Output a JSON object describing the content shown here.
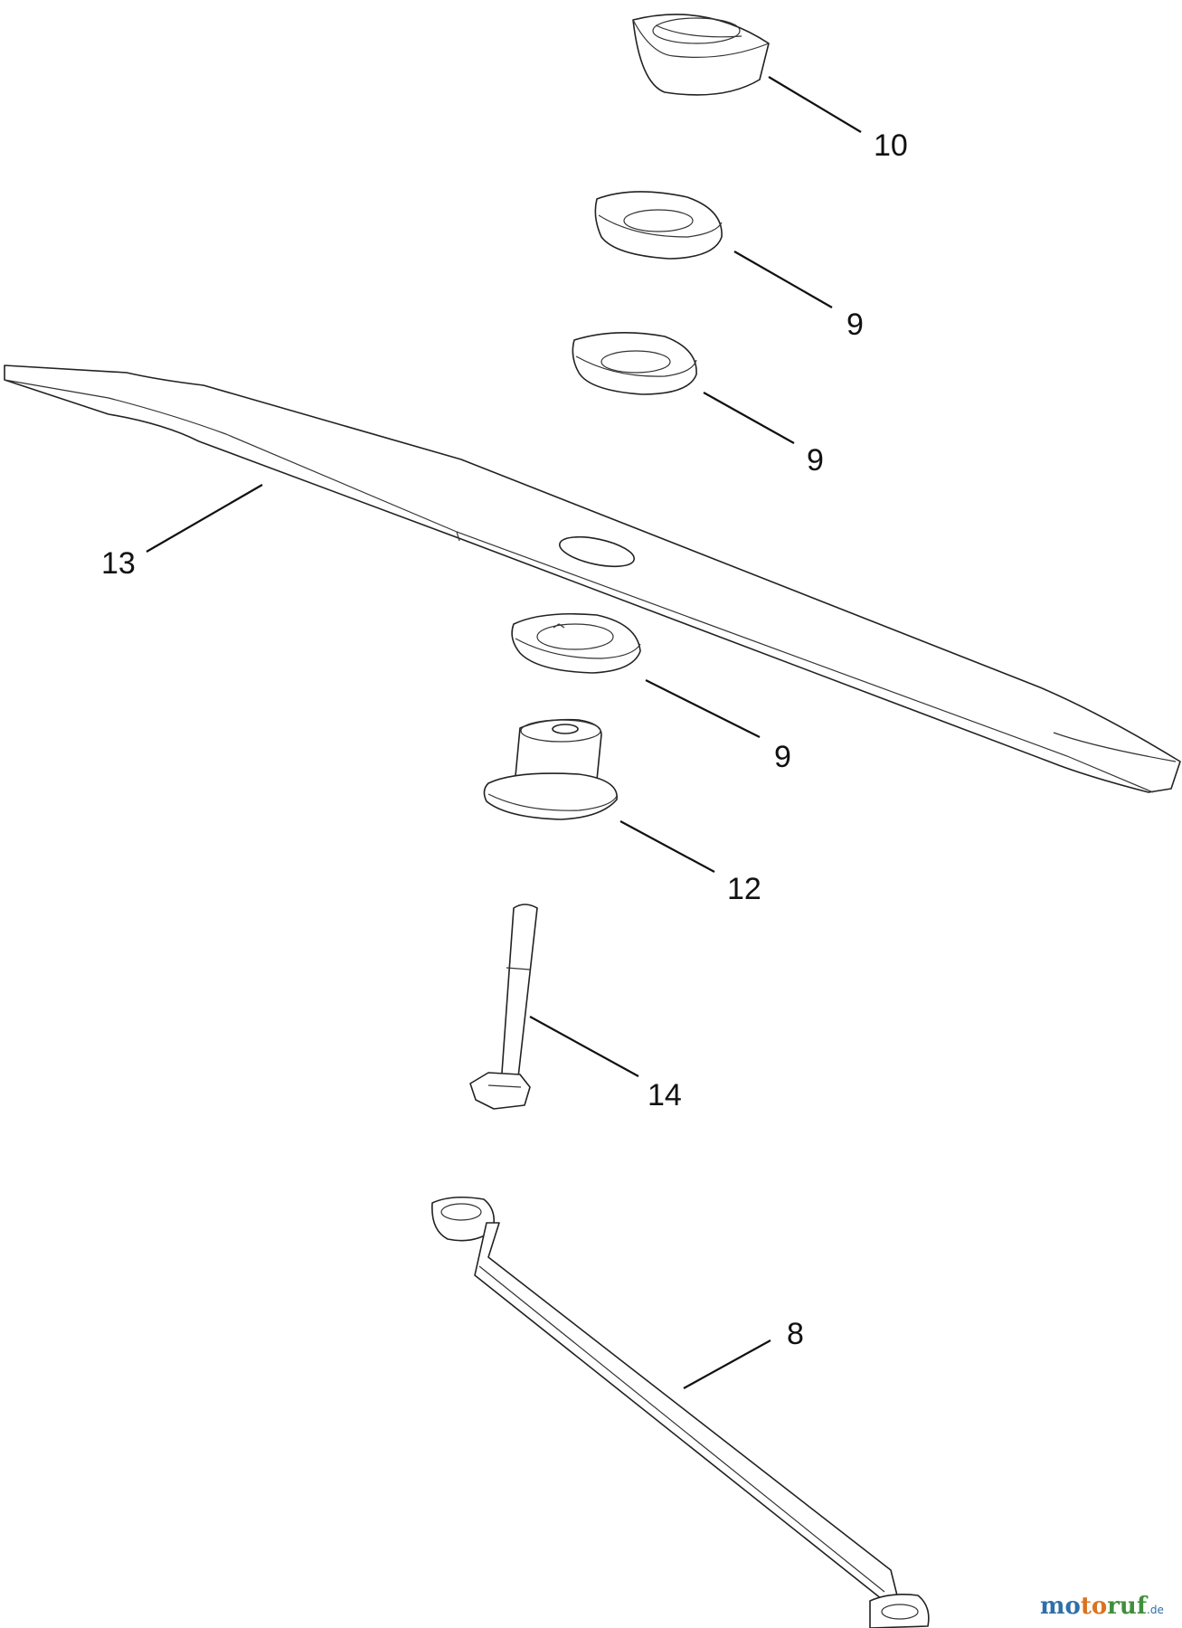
{
  "callouts": {
    "part_10": "10",
    "part_9_top": "9",
    "part_9_middle": "9",
    "part_13": "13",
    "part_9_lower": "9",
    "part_12": "12",
    "part_14": "14",
    "part_8": "8"
  },
  "watermark": {
    "mo": "mo",
    "to": "to",
    "ruf": "ruf",
    "tld": ".de"
  }
}
